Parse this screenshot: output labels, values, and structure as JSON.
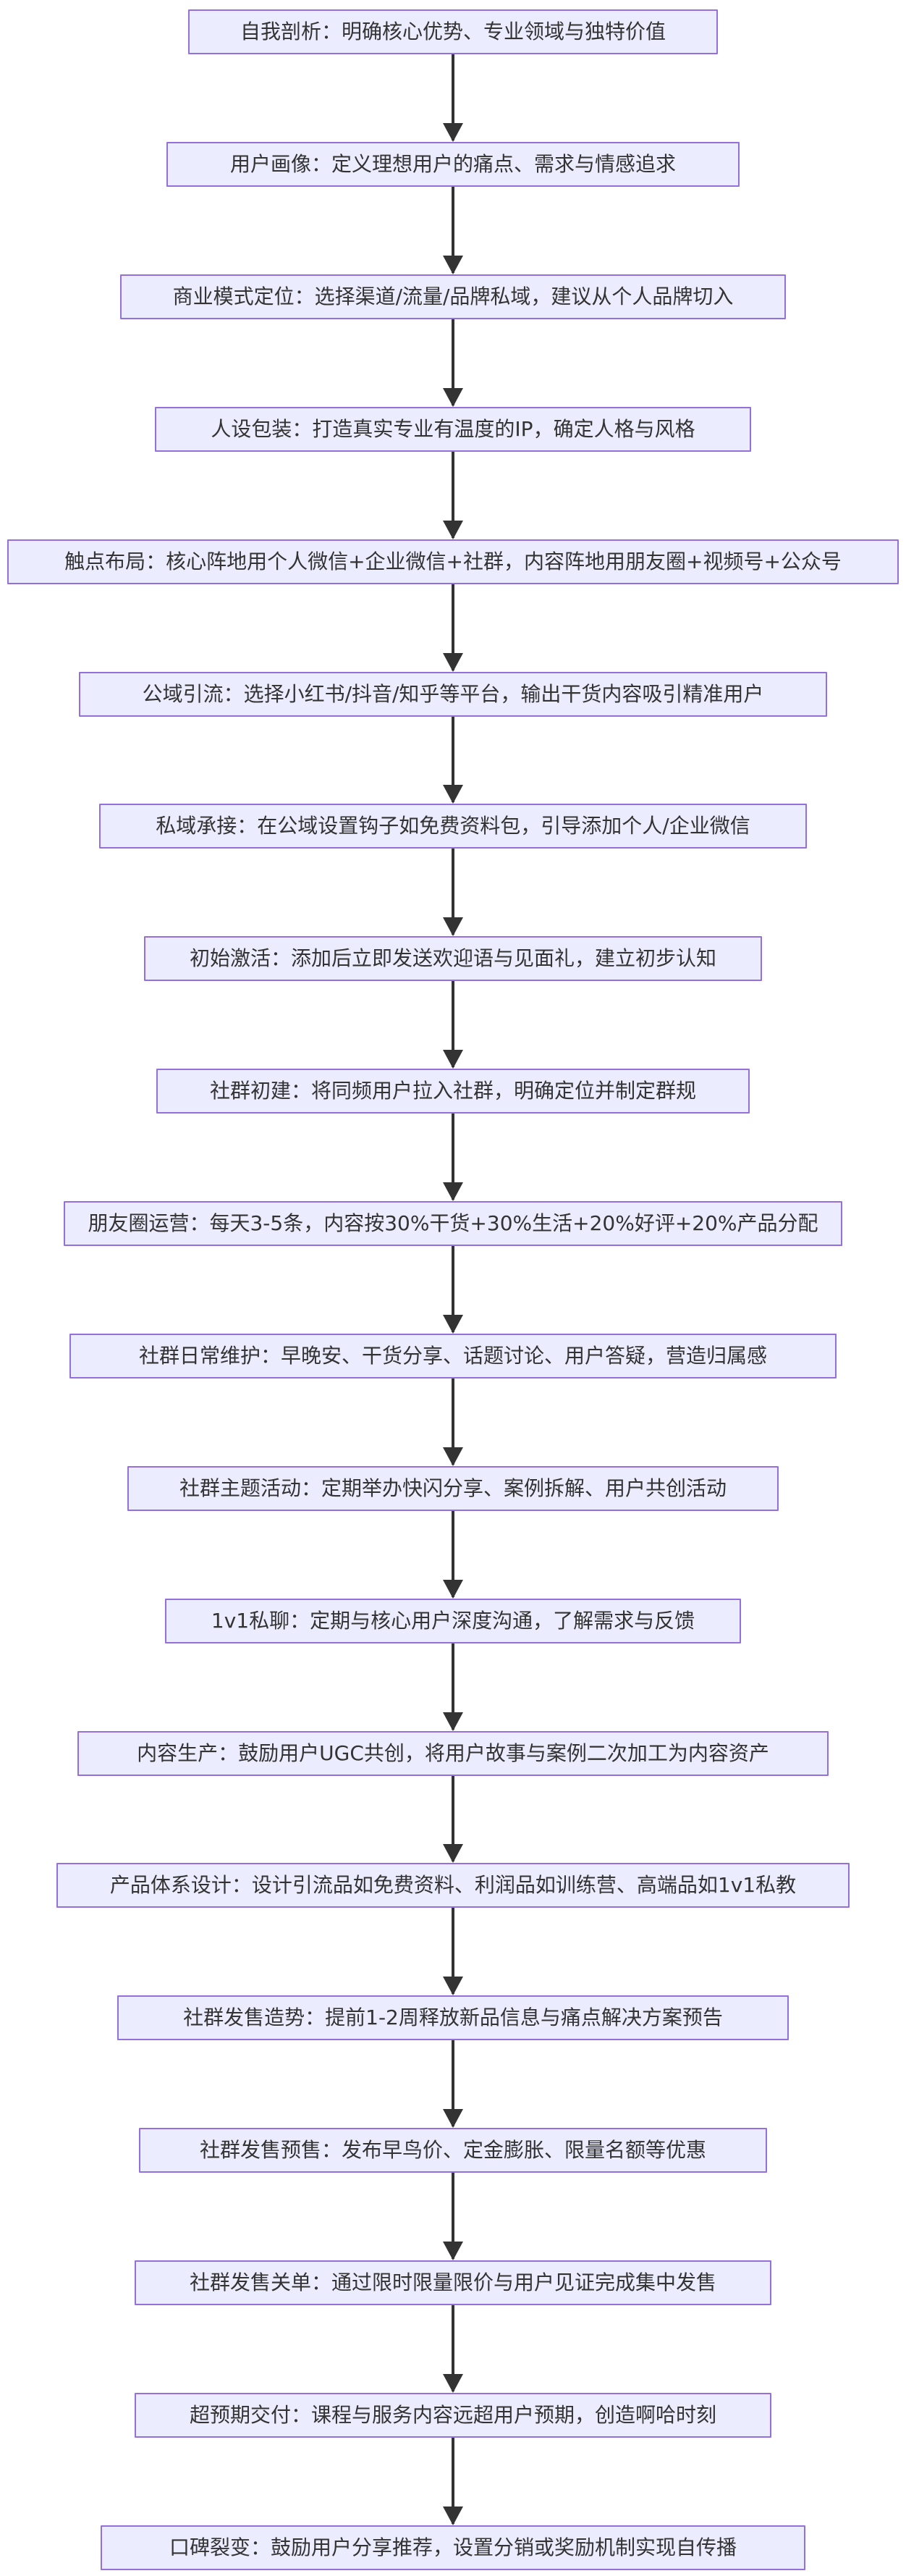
{
  "steps": [
    "自我剖析：明确核心优势、专业领域与独特价值",
    "用户画像：定义理想用户的痛点、需求与情感追求",
    "商业模式定位：选择渠道/流量/品牌私域，建议从个人品牌切入",
    "人设包装：打造真实专业有温度的IP，确定人格与风格",
    "触点布局：核心阵地用个人微信+企业微信+社群，内容阵地用朋友圈+视频号+公众号",
    "公域引流：选择小红书/抖音/知乎等平台，输出干货内容吸引精准用户",
    "私域承接：在公域设置钩子如免费资料包，引导添加个人/企业微信",
    "初始激活：添加后立即发送欢迎语与见面礼，建立初步认知",
    "社群初建：将同频用户拉入社群，明确定位并制定群规",
    "朋友圈运营：每天3-5条，内容按30%干货+30%生活+20%好评+20%产品分配",
    "社群日常维护：早晚安、干货分享、话题讨论、用户答疑，营造归属感",
    "社群主题活动：定期举办快闪分享、案例拆解、用户共创活动",
    "1v1私聊：定期与核心用户深度沟通，了解需求与反馈",
    "内容生产：鼓励用户UGC共创，将用户故事与案例二次加工为内容资产",
    "产品体系设计：设计引流品如免费资料、利润品如训练营、高端品如1v1私教",
    "社群发售造势：提前1-2周释放新品信息与痛点解决方案预告",
    "社群发售预售：发布早鸟价、定金膨胀、限量名额等优惠",
    "社群发售关单：通过限时限量限价与用户见证完成集中发售",
    "超预期交付：课程与服务内容远超用户预期，创造啊哈时刻",
    "口碑裂变：鼓励用户分享推荐，设置分销或奖励机制实现自传播"
  ]
}
